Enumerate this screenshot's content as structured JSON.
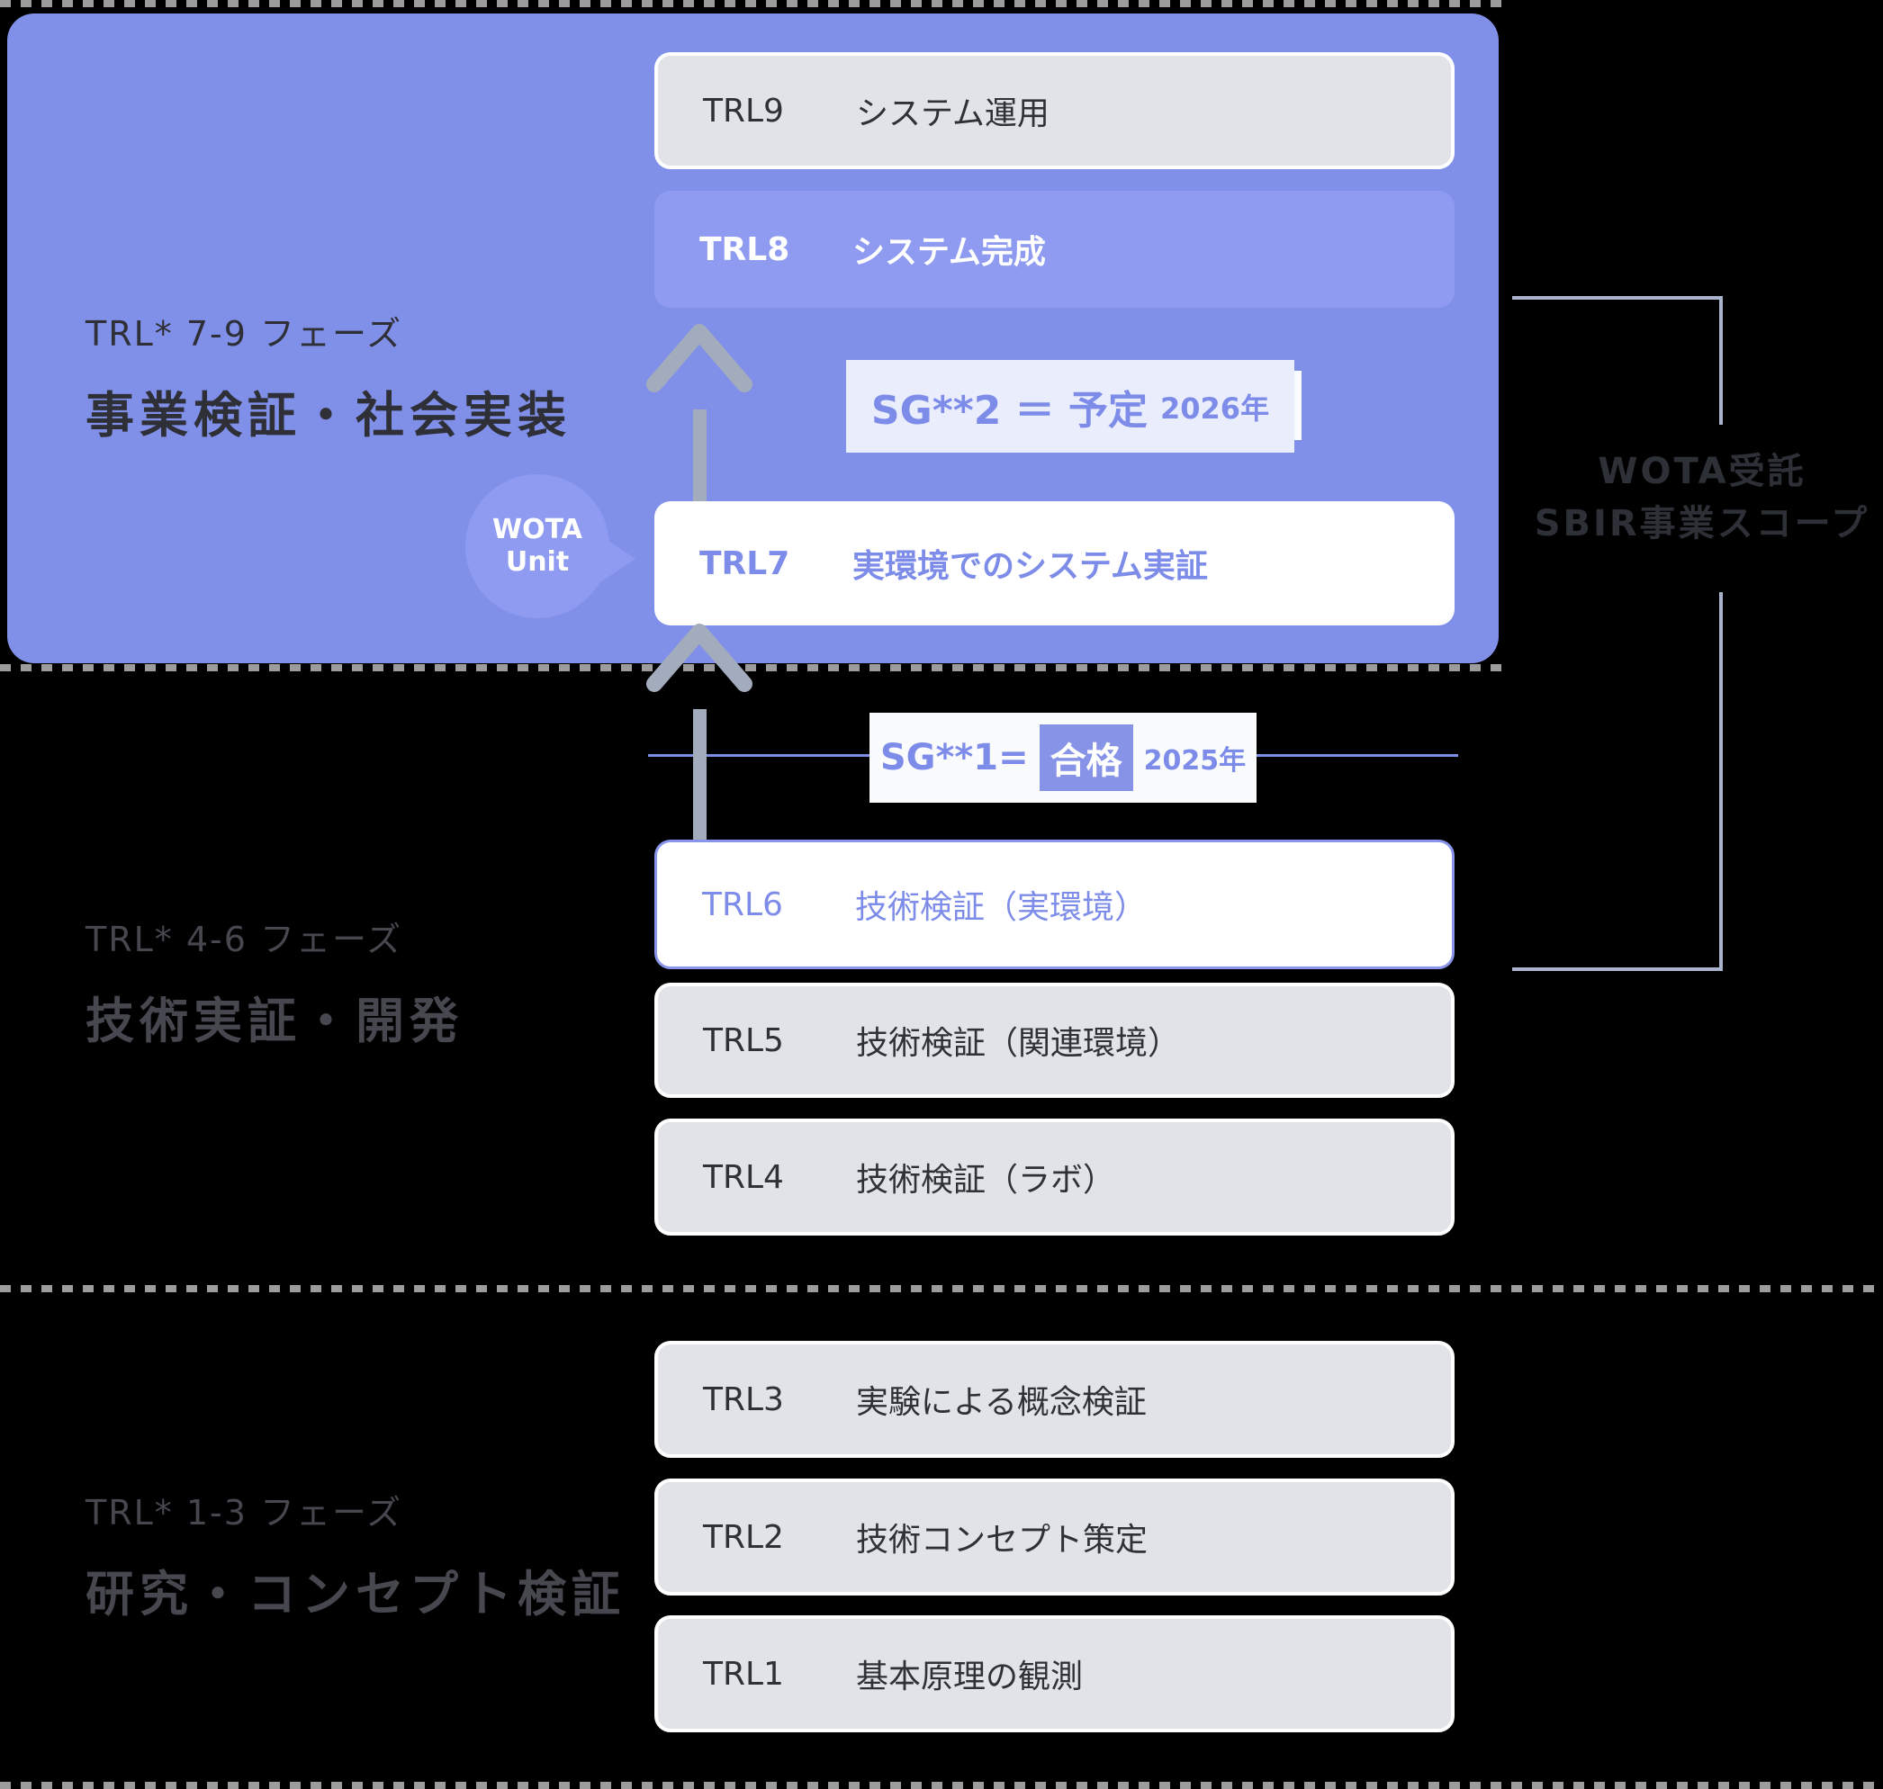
{
  "title": "TRL phase roadmap diagram",
  "colors": {
    "phase_container_purple": "#8090e8",
    "trl8_band_purple": "#8e9bf1",
    "gray_row_bg": "#e1e3e9",
    "accent_purple_text": "#7d8ce9",
    "pass_highlight_bg": "#8693e6",
    "arrow_gray": "#a3acbd",
    "bracket_gray_blue": "#a9b3cb",
    "dash_gray": "#9c9c9c"
  },
  "sections": [
    {
      "id": "phase-7-9",
      "label_small": "TRL* 7-9  フェーズ",
      "label_bold": "事業検証・社会実装"
    },
    {
      "id": "phase-4-6",
      "label_small": "TRL* 4-6  フェーズ",
      "label_bold": "技術実証・開発"
    },
    {
      "id": "phase-1-3",
      "label_small": "TRL* 1-3  フェーズ",
      "label_bold": "研究・コンセプト検証"
    }
  ],
  "trl_rows": [
    {
      "code": "TRL9",
      "label": "システム運用"
    },
    {
      "code": "TRL8",
      "label": "システム完成"
    },
    {
      "code": "TRL7",
      "label": "実環境でのシステム実証"
    },
    {
      "code": "TRL6",
      "label": "技術検証（実環境）"
    },
    {
      "code": "TRL5",
      "label": "技術検証（関連環境）"
    },
    {
      "code": "TRL4",
      "label": "技術検証（ラボ）"
    },
    {
      "code": "TRL3",
      "label": "実験による概念検証"
    },
    {
      "code": "TRL2",
      "label": "技術コンセプト策定"
    },
    {
      "code": "TRL1",
      "label": "基本原理の観測"
    }
  ],
  "stage_gates": {
    "sg2": {
      "text": "SG**2 ＝ 予定",
      "year": "2026年"
    },
    "sg1": {
      "prefix": "SG**1=",
      "result": "合格",
      "year": "2025年"
    }
  },
  "badge": {
    "line1": "WOTA",
    "line2": "Unit"
  },
  "scope_bracket": {
    "line1": "WOTA受託",
    "line2": "SBIR事業スコープ"
  }
}
